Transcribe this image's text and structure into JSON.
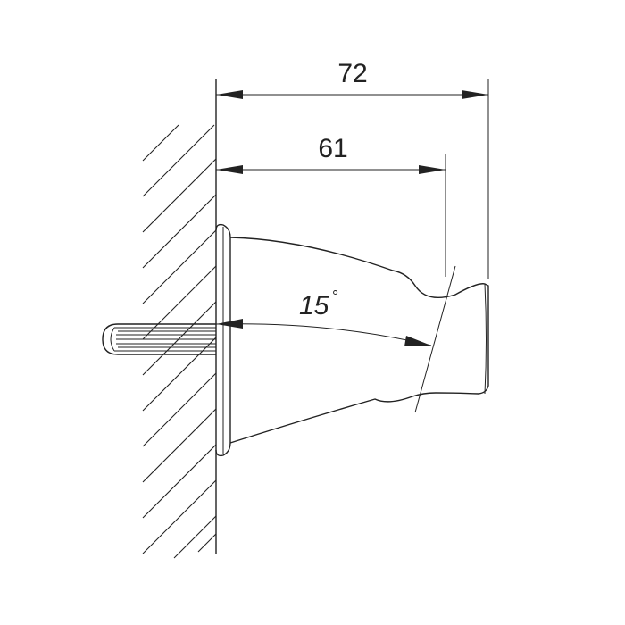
{
  "dimensions": {
    "overall_length": "72",
    "body_length": "61",
    "tilt_angle": "15",
    "degree_symbol": "°"
  },
  "colors": {
    "line": "#222222",
    "background": "#ffffff"
  }
}
